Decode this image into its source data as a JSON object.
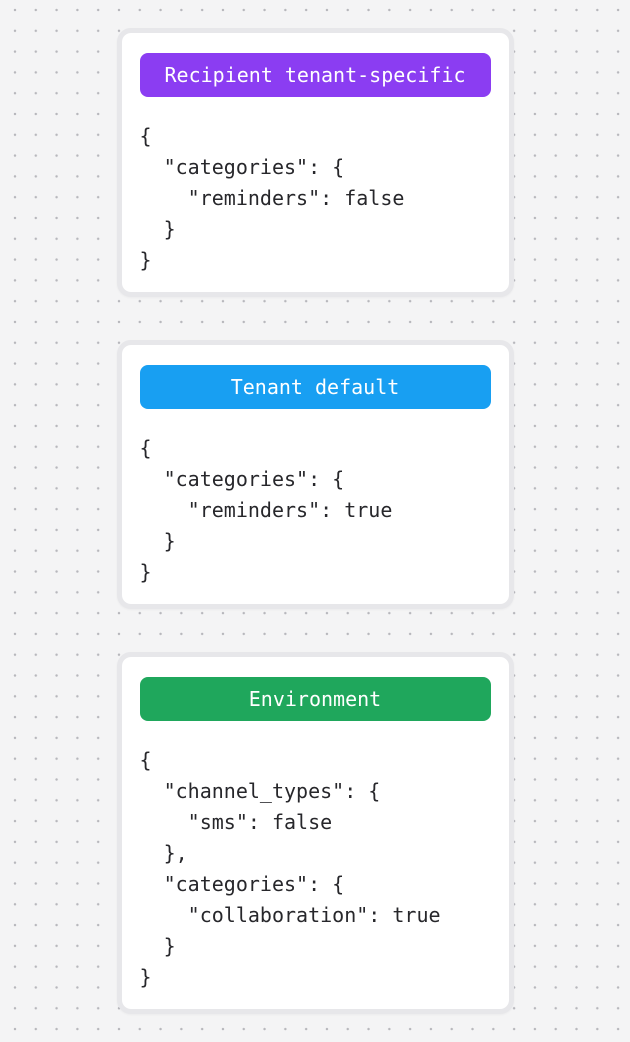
{
  "page": {
    "background_color": "#f4f4f5",
    "dot_color": "#b7b7bc",
    "card_background": "#ffffff",
    "card_border_color": "#e7e7ea",
    "code_text_color": "#27272b"
  },
  "cards": [
    {
      "id": "recipient-tenant-specific",
      "badge": {
        "label": "Recipient tenant-specific",
        "color": "#8b3df2",
        "text_color": "#ffffff"
      },
      "code": "{\n  \"categories\": {\n    \"reminders\": false\n  }\n}"
    },
    {
      "id": "tenant-default",
      "badge": {
        "label": "Tenant default",
        "color": "#189ff2",
        "text_color": "#ffffff"
      },
      "code": "{\n  \"categories\": {\n    \"reminders\": true\n  }\n}"
    },
    {
      "id": "environment",
      "badge": {
        "label": "Environment",
        "color": "#1fa75c",
        "text_color": "#ffffff"
      },
      "code": "{\n  \"channel_types\": {\n    \"sms\": false\n  },\n  \"categories\": {\n    \"collaboration\": true\n  }\n}"
    }
  ]
}
